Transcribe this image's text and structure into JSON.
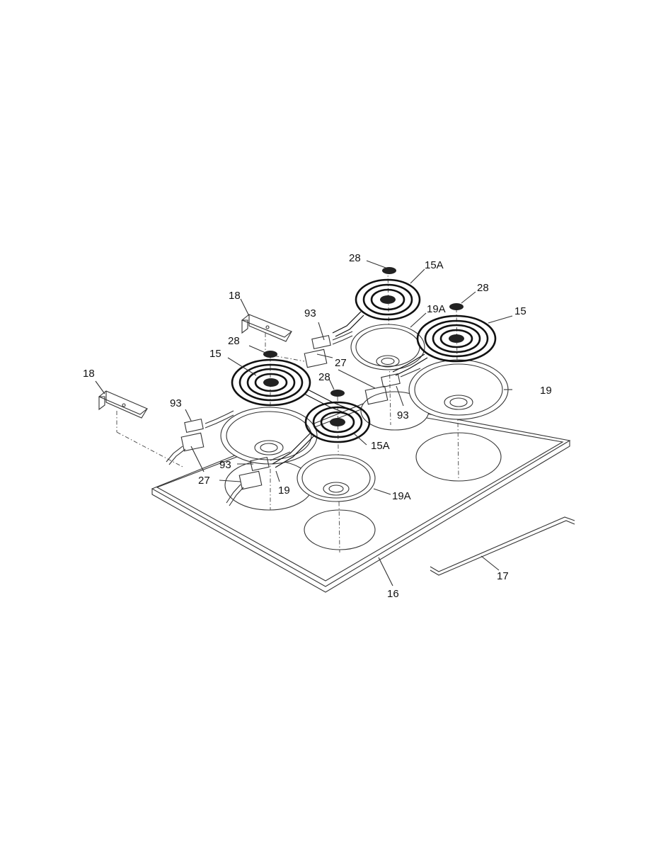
{
  "diagram": {
    "labels": {
      "trim_ring_label": "16",
      "wire_label": "17",
      "bracket_left_label": "18",
      "bracket_mid_label": "18",
      "pan_large_front_label": "19",
      "pan_large_rear_label": "19",
      "pan_small_front_label": "19A",
      "pan_small_rear_label": "19A",
      "element_large_front_label": "15",
      "element_large_rear_label": "15",
      "element_small_front_label": "15A",
      "element_small_rear_label": "15A",
      "block_left_label": "27",
      "block_front_label": "27",
      "block_mid_label": "27",
      "cap1_label": "28",
      "cap2_label": "28",
      "cap3_label": "28",
      "cap4_label": "28",
      "receptacle_left_label": "93",
      "receptacle_mid_label": "93",
      "receptacle_front_label": "93",
      "receptacle_rear_label": "93"
    }
  }
}
